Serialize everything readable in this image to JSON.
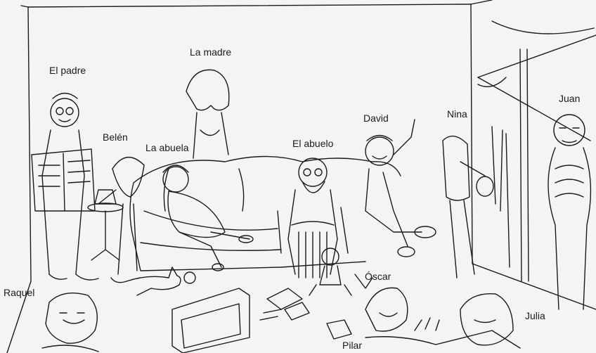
{
  "labels": {
    "el_padre": "El padre",
    "la_madre": "La madre",
    "belen": "Belén",
    "la_abuela": "La abuela",
    "el_abuelo": "El abuelo",
    "david": "David",
    "nina": "Nina",
    "juan": "Juan",
    "raquel": "Raquel",
    "oscar": "Óscar",
    "julia": "Julia",
    "pilar": "Pilar"
  },
  "colors": {
    "ink": "#1a1a1a",
    "paper": "#f4f4f2"
  }
}
